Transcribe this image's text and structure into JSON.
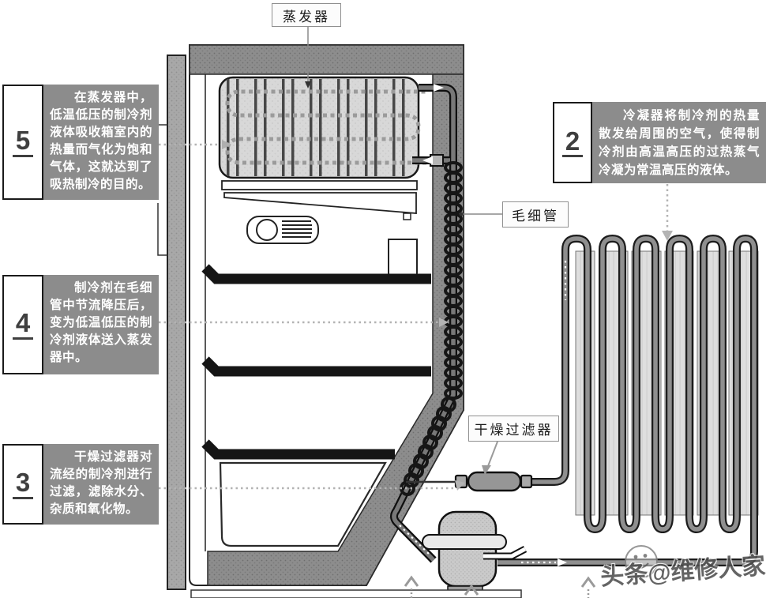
{
  "diagram": {
    "labels": {
      "evaporator": "蒸发器",
      "capillary": "毛细管",
      "drier_filter": "干燥过滤器"
    },
    "steps": [
      {
        "num": "5",
        "text": "在蒸发器中，低温低压的制冷剂液体吸收箱室内的热量而气化为饱和气体，这就达到了吸热制冷的目的。"
      },
      {
        "num": "4",
        "text": "制冷剂在毛细管中节流降压后，变为低温低压的制冷剂液体送入蒸发器中。"
      },
      {
        "num": "3",
        "text": "干燥过滤器对流经的制冷剂进行过滤，滤除水分、杂质和氧化物。"
      },
      {
        "num": "2",
        "text": "冷凝器将制冷剂的热量散发给周围的空气，使得制冷剂由高温高压的过热蒸气冷凝为常温高压的液体。"
      }
    ],
    "watermark": "头条@维修人家",
    "colors": {
      "wall": "#8d8d8d",
      "door": "#a8a8a8",
      "evaporator_fill": "#d8d8d8",
      "step_box_bg": "#8c8c8c",
      "pipe_dark": "#0f0f0f",
      "pipe_light": "#787878",
      "fin": "#dedede"
    }
  }
}
